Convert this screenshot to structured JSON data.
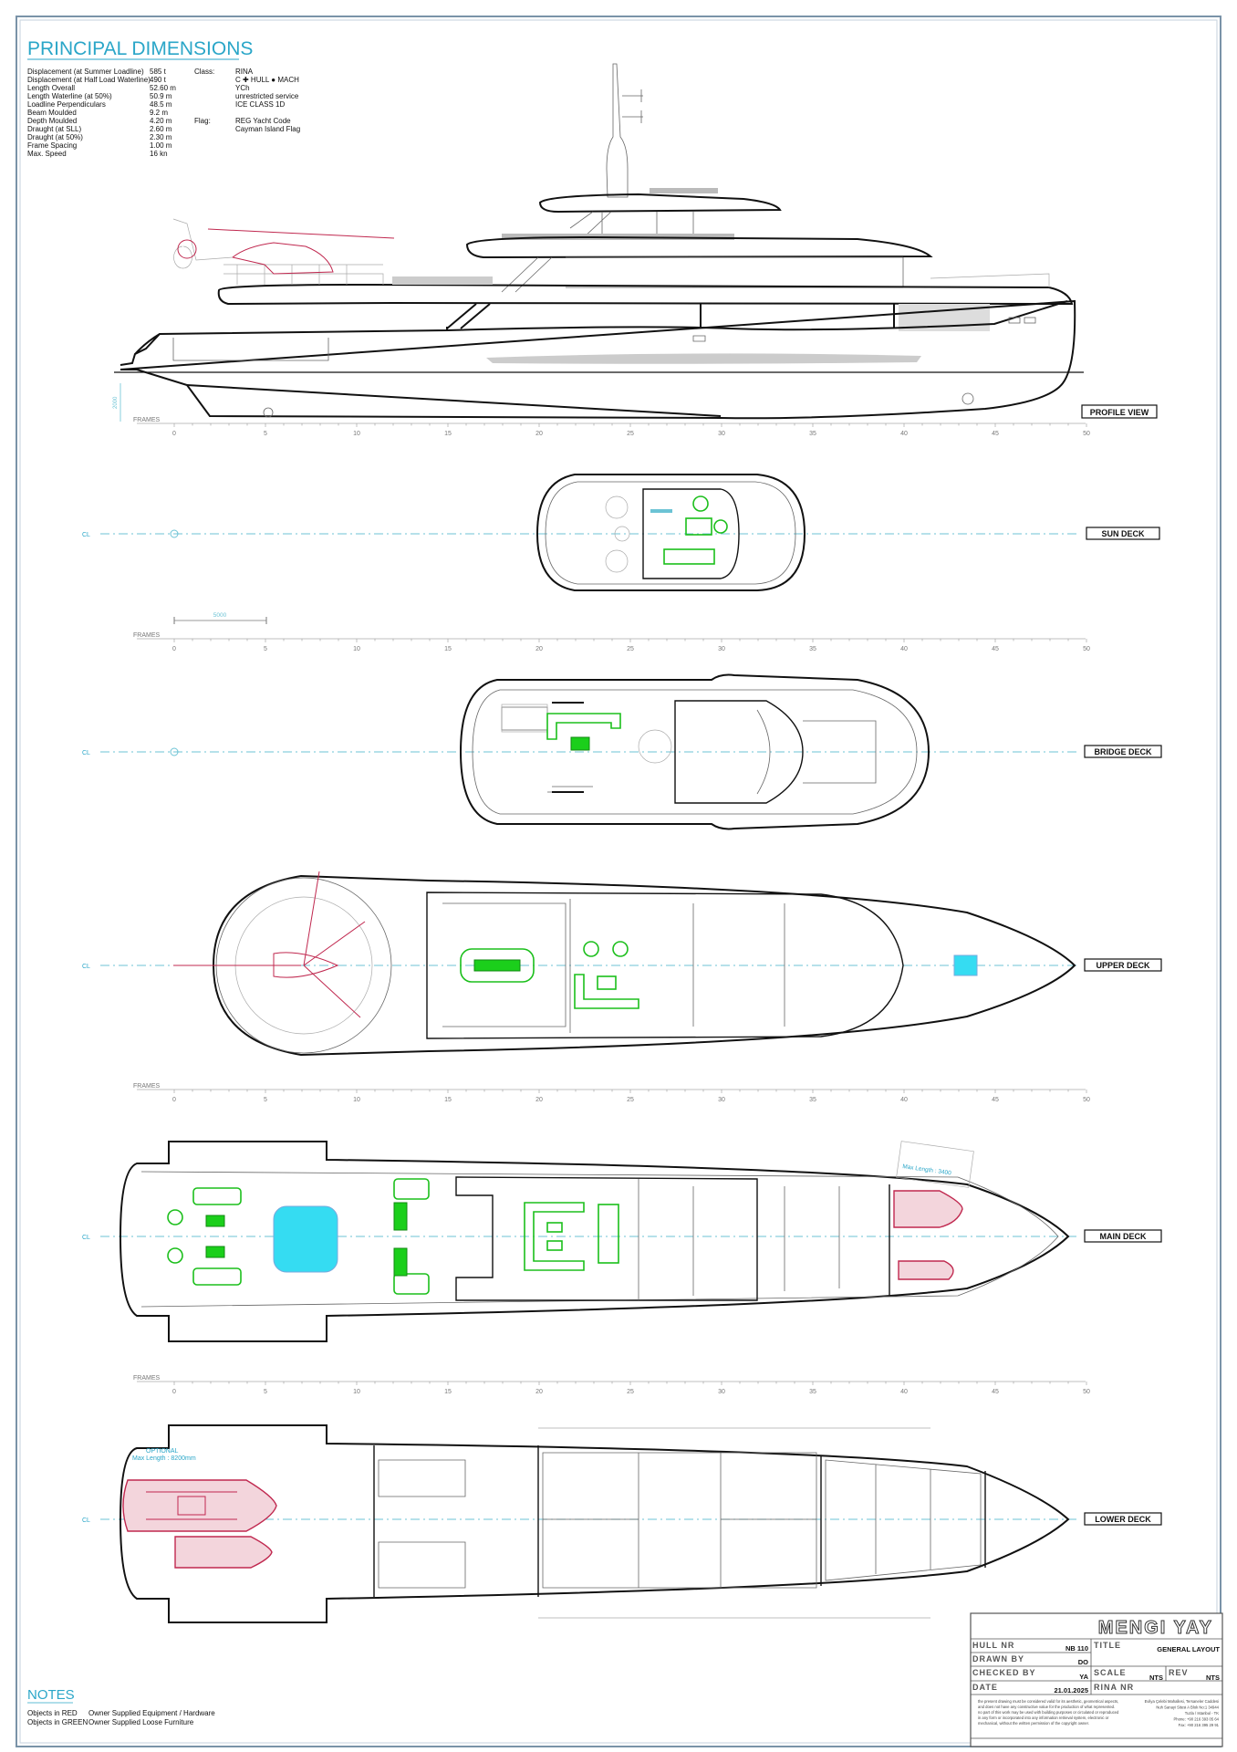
{
  "title": "PRINCIPAL DIMENSIONS",
  "dimensions": [
    {
      "label": "Displacement (at Summer Loadline)",
      "value": "585 t"
    },
    {
      "label": "Displacement (at Half Load Waterline)",
      "value": "490 t"
    },
    {
      "label": "Length Overall",
      "value": "52.60 m"
    },
    {
      "label": "Length Waterline (at 50%)",
      "value": "50.9 m"
    },
    {
      "label": "Loadline Perpendiculars",
      "value": "48.5 m"
    },
    {
      "label": "Beam Moulded",
      "value": "9.2 m"
    },
    {
      "label": "Depth Moulded",
      "value": "4.20 m"
    },
    {
      "label": "Draught (at SLL)",
      "value": "2.60 m"
    },
    {
      "label": "Draught (at 50%)",
      "value": "2.30 m"
    },
    {
      "label": "Frame Spacing",
      "value": "1.00 m"
    },
    {
      "label": "Max. Speed",
      "value": "16 kn"
    }
  ],
  "class": {
    "label": "Class:",
    "lines": [
      "RINA",
      "C ✚ HULL  ● MACH",
      "YCh",
      "unrestricted service",
      "ICE CLASS 1D"
    ]
  },
  "flag": {
    "label": "Flag:",
    "lines": [
      "REG Yacht Code",
      "Cayman Island Flag"
    ]
  },
  "views": {
    "profile": "PROFILE VIEW",
    "sun": "SUN DECK",
    "bridge": "BRIDGE DECK",
    "upper": "UPPER DECK",
    "main": "MAIN DECK",
    "lower": "LOWER DECK"
  },
  "cl": "CL",
  "frames": {
    "label": "FRAMES",
    "ticks": [
      "0",
      "5",
      "10",
      "15",
      "20",
      "25",
      "30",
      "35",
      "40",
      "45",
      "50"
    ]
  },
  "scale_bar": "5000",
  "draft_dim": "2000",
  "tender_main": "Max Length : 3400",
  "tender_lower": {
    "optional": "OPTIONAL",
    "max": "Max Length : 8200mm"
  },
  "notes": {
    "title": "NOTES",
    "items": [
      {
        "key": "Objects in RED",
        "value": "Owner Supplied Equipment / Hardware"
      },
      {
        "key": "Objects in GREEN",
        "value": "Owner Supplied Loose Furniture"
      }
    ]
  },
  "title_block": {
    "logo": "MENGI YAY",
    "hull_nr_label": "HULL NR",
    "hull_nr": "NB 110",
    "drawn_by_label": "DRAWN BY",
    "drawn_by": "DO",
    "checked_by_label": "CHECKED BY",
    "checked_by": "YA",
    "date_label": "DATE",
    "date": "21.01.2025",
    "title_label": "TITLE",
    "title": "GENERAL LAYOUT",
    "scale_label": "SCALE",
    "scale": "NTS",
    "rev_label": "REV",
    "rev": "NTS",
    "rina_label": "RINA NR",
    "disclaimer": [
      "the present drawing must be considered valid for its aesthetic, geometrical aspects,",
      "and does not have any constructive value for the production of what represented.",
      "no part of this work may be used with building purposes or circulated or reproduced",
      "in any form or incorporated into any information retrieval system, electronic or",
      "mechanical, without the written permission of the copyright owner."
    ],
    "address": [
      "Evliya Çelebi Mahallesi, Tersaneler Caddesi",
      "Nuh Sanayi Sitesi A Blok No:1 34944",
      "Tuzla / Istanbul - TK",
      "Phone: +90 216 393 05 64",
      "Fax: +90 216 395 29 91"
    ]
  },
  "colors": {
    "accent": "#2aa6c8",
    "red_objects": "#c0284f",
    "green_objects": "#1bbf1b",
    "pool": "#35dcf2"
  }
}
